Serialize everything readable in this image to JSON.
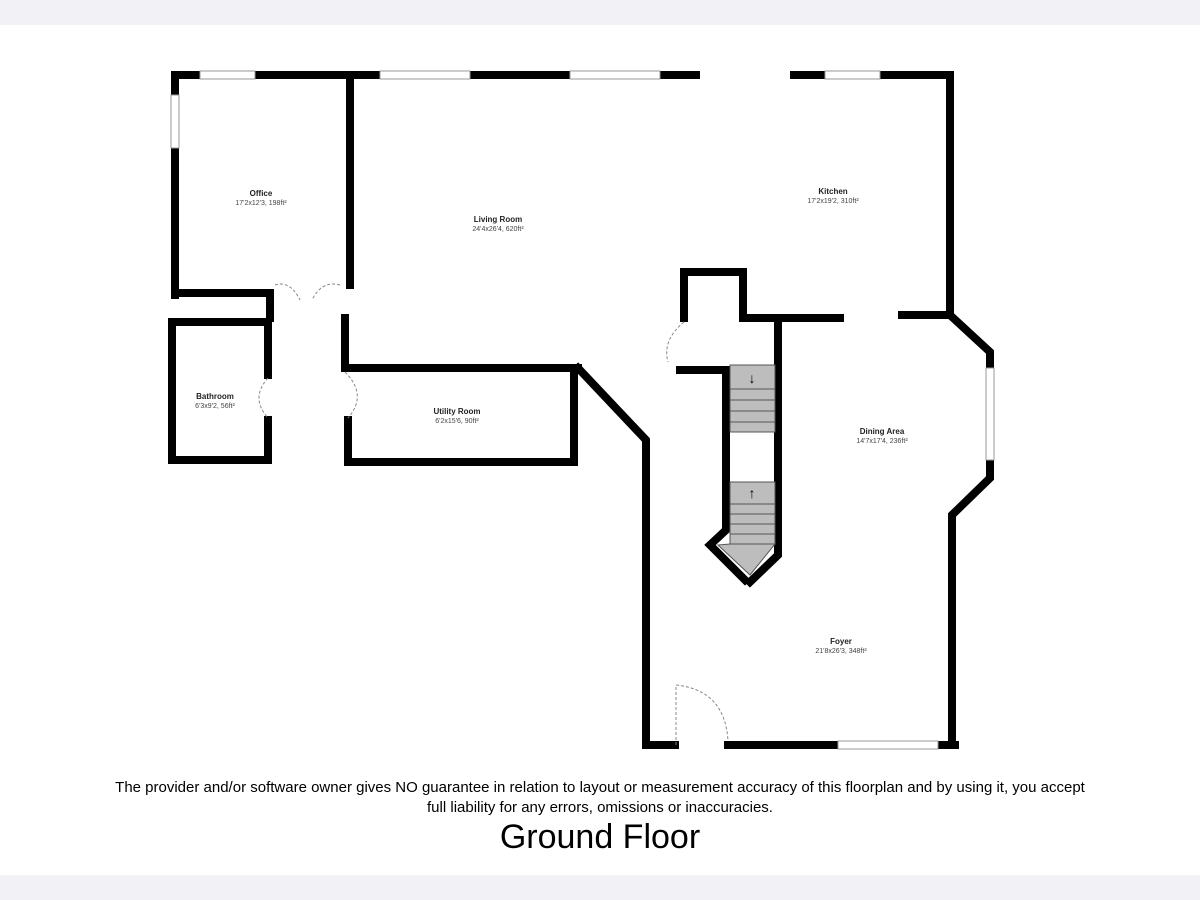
{
  "rooms": [
    {
      "name": "Office",
      "dims": "17'2x12'3, 198ft²"
    },
    {
      "name": "Living Room",
      "dims": "24'4x26'4, 620ft²"
    },
    {
      "name": "Kitchen",
      "dims": "17'2x19'2, 310ft²"
    },
    {
      "name": "Bathroom",
      "dims": "6'3x9'2, 56ft²"
    },
    {
      "name": "Utility Room",
      "dims": "6'2x15'6, 90ft²"
    },
    {
      "name": "Dining Area",
      "dims": "14'7x17'4, 236ft²"
    },
    {
      "name": "Foyer",
      "dims": "21'8x26'3, 348ft²"
    }
  ],
  "disclaimer_line1": "The provider and/or software owner gives NO guarantee in relation to layout or measurement accuracy of this floorplan and by using it, you accept",
  "disclaimer_line2": "full liability for any errors, omissions or inaccuracies.",
  "floor_title": "Ground Floor"
}
